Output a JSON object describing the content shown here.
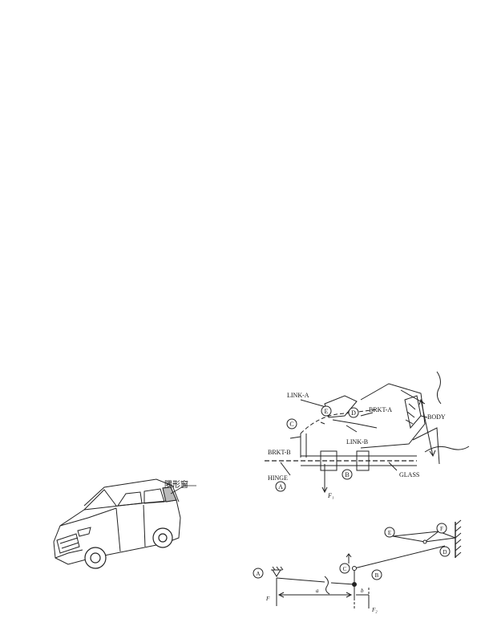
{
  "car_figure": {
    "callout_label": "隅形窗"
  },
  "mechanism_figure": {
    "labels": {
      "link_a": "LINK-A",
      "brkt_a": "BRKT-A",
      "body": "BODY",
      "link_b": "LINK-B",
      "brkt_b": "BRKT-B",
      "glass": "GLASS",
      "hinge": "HINGE"
    },
    "points": {
      "a": "A",
      "b": "B",
      "c": "C",
      "d": "D",
      "e": "E"
    },
    "force_label": "F₁"
  },
  "schematic_figure": {
    "points": {
      "a": "A",
      "b": "B",
      "c": "C",
      "d": "D",
      "e": "E",
      "f": "F"
    },
    "force_left": "F",
    "force_right": "F₂",
    "dim_a": "a",
    "dim_b": "b"
  }
}
